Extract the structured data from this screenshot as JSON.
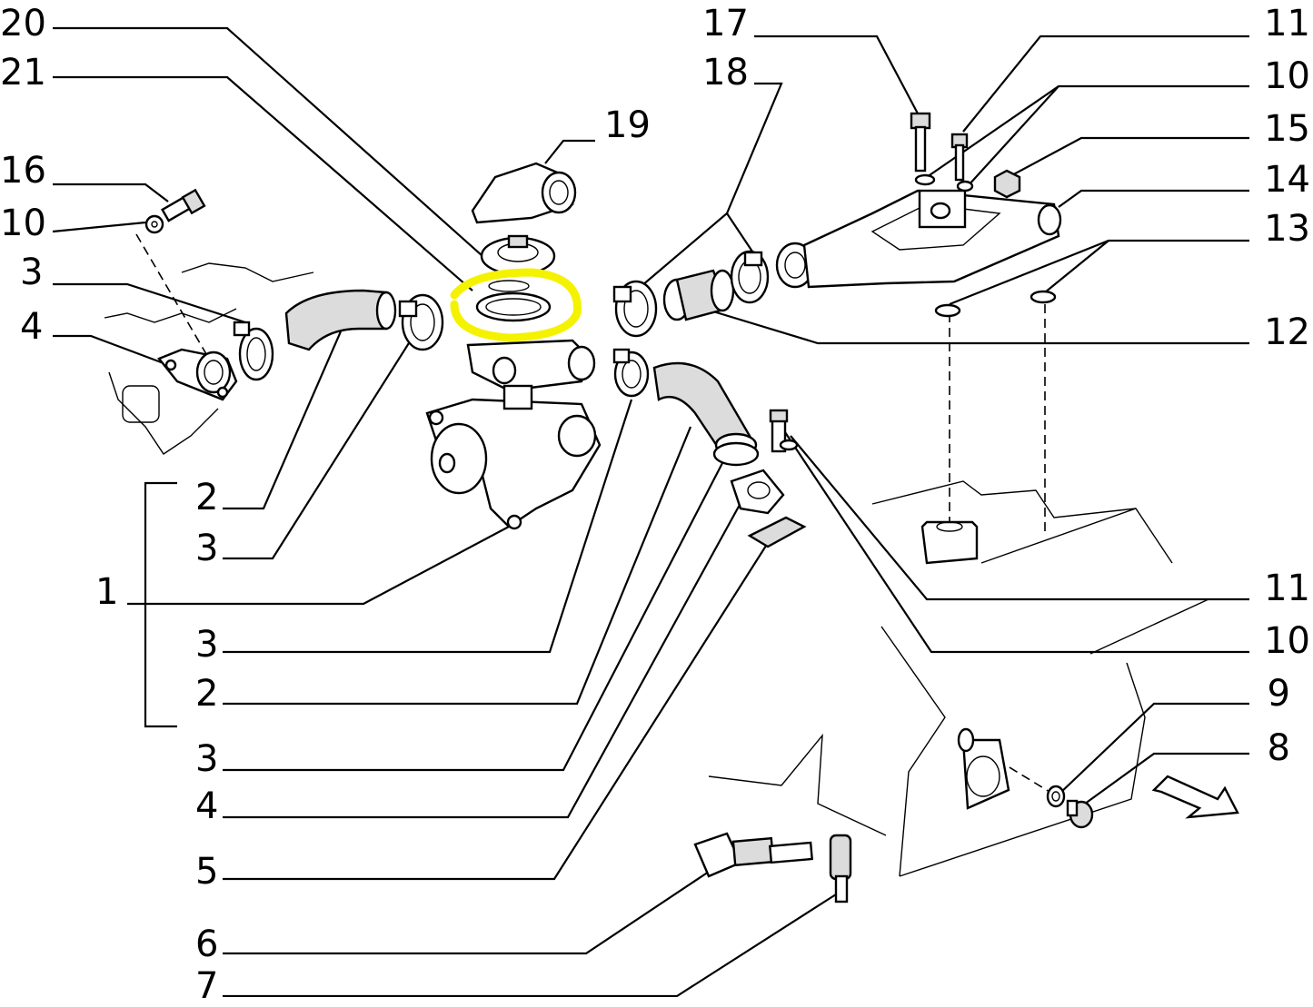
{
  "callouts": {
    "l20": "20",
    "l21": "21",
    "l16": "16",
    "l10a": "10",
    "l3a": "3",
    "l4a": "4",
    "l2a": "2",
    "l3b": "3",
    "l1": "1",
    "l3c": "3",
    "l2b": "2",
    "l3d": "3",
    "l4b": "4",
    "l5": "5",
    "l6": "6",
    "l7": "7",
    "l19": "19",
    "l17": "17",
    "l18": "18",
    "r11a": "11",
    "r10a": "10",
    "r15": "15",
    "r14": "14",
    "r13": "13",
    "r12": "12",
    "r11b": "11",
    "r10b": "10",
    "r9": "9",
    "r8": "8"
  },
  "colors": {
    "highlight": "#f5f200",
    "ink": "#000000",
    "paper": "#ffffff"
  },
  "icons": {
    "direction_arrow": "arrow-right-down-icon"
  }
}
